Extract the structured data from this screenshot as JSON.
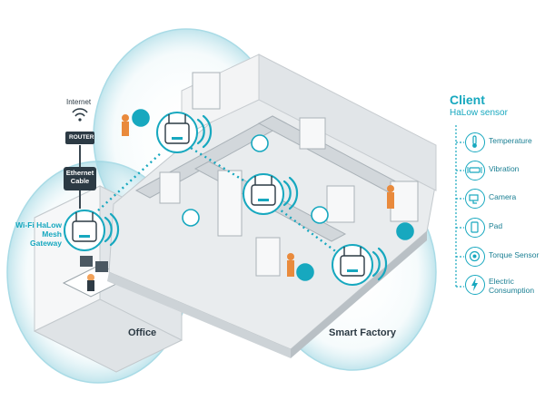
{
  "diagram": {
    "internet_label": "Internet",
    "router_label": "ROUTER",
    "cable_label": "Ethernet\nCable",
    "gateway_label": "Wi-Fi HaLow\nMesh\nGateway",
    "office_label": "Office",
    "factory_label": "Smart Factory"
  },
  "legend": {
    "title": "Client",
    "subtitle": "HaLow sensor",
    "items": [
      {
        "label": "Temperature",
        "icon": "thermometer-icon"
      },
      {
        "label": "Vibration",
        "icon": "vibration-icon"
      },
      {
        "label": "Camera",
        "icon": "camera-icon"
      },
      {
        "label": "Pad",
        "icon": "pad-icon"
      },
      {
        "label": "Torque Sensor",
        "icon": "torque-icon"
      },
      {
        "label": "Electric\nConsumption",
        "icon": "lightning-icon"
      }
    ]
  },
  "colors": {
    "accent": "#17a8bf",
    "bubble": "#d6eef3",
    "floor": "#e7eaec",
    "wall": "#c9ced2",
    "text": "#2c3a44"
  }
}
